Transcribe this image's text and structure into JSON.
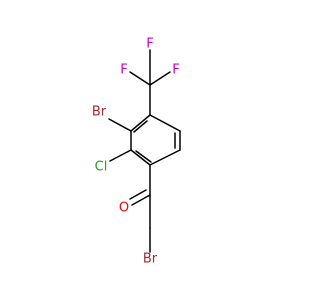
{
  "molecule": {
    "atoms": {
      "f1": {
        "symbol": "F",
        "color": "#cc00cc"
      },
      "f2": {
        "symbol": "F",
        "color": "#cc00cc"
      },
      "f3": {
        "symbol": "F",
        "color": "#cc00cc"
      },
      "br_ring": {
        "symbol": "Br",
        "color": "#a52a2a"
      },
      "cl": {
        "symbol": "Cl",
        "color": "#20a020"
      },
      "o": {
        "symbol": "O",
        "color": "#ff0000"
      },
      "br_chain": {
        "symbol": "Br",
        "color": "#a52a2a"
      }
    },
    "bond_color": "#000000"
  }
}
